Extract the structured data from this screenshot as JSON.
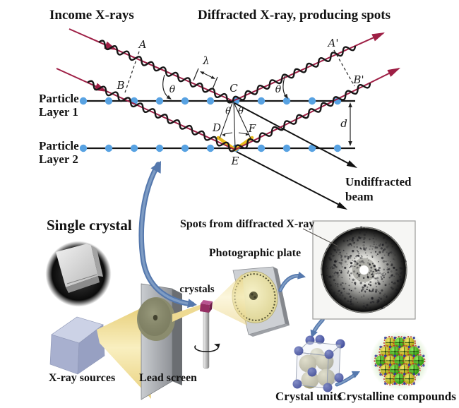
{
  "figure": {
    "titles": {
      "income": "Income X-rays",
      "diffracted": "Diffracted X-ray, producing spots"
    },
    "bragg": {
      "particle1a": "Particle",
      "particle1b": "Layer 1",
      "particle2a": "Particle",
      "particle2b": "Layer 2",
      "A": "A",
      "Ap": "A'",
      "B": "B",
      "Bp": "B'",
      "C": "C",
      "D": "D",
      "E": "E",
      "F": "F",
      "theta": "θ",
      "lambda": "λ",
      "d": "d",
      "undiffracted1": "Undiffracted",
      "undiffracted2": "beam"
    },
    "apparatus": {
      "single_crystal": "Single crystal",
      "xray_sources": "X-ray sources",
      "lead_screen": "Lead screen",
      "crystals": "crystals",
      "photographic_plate": "Photographic plate",
      "spots": "Spots from diffracted X-ray",
      "crystal_units": "Crystal units",
      "crystalline_compounds": "Crystalline compounds"
    }
  },
  "colors": {
    "ray": "#9e1f45",
    "wave": "#161616",
    "particle_dot": "#58a2e2",
    "path_highlight": "#e7ba1c",
    "flow_arrow": "#5578ad",
    "flow_arrow_light": "#7e9cc4",
    "beam": "#efdc94",
    "crystal_sample": "#952e63",
    "sphere_khaki": "#b5b088",
    "sphere_blue": "#5663ae",
    "compound_green": "#4ec416",
    "compound_yellow": "#d6ce1e",
    "compound_red": "#c03028"
  }
}
